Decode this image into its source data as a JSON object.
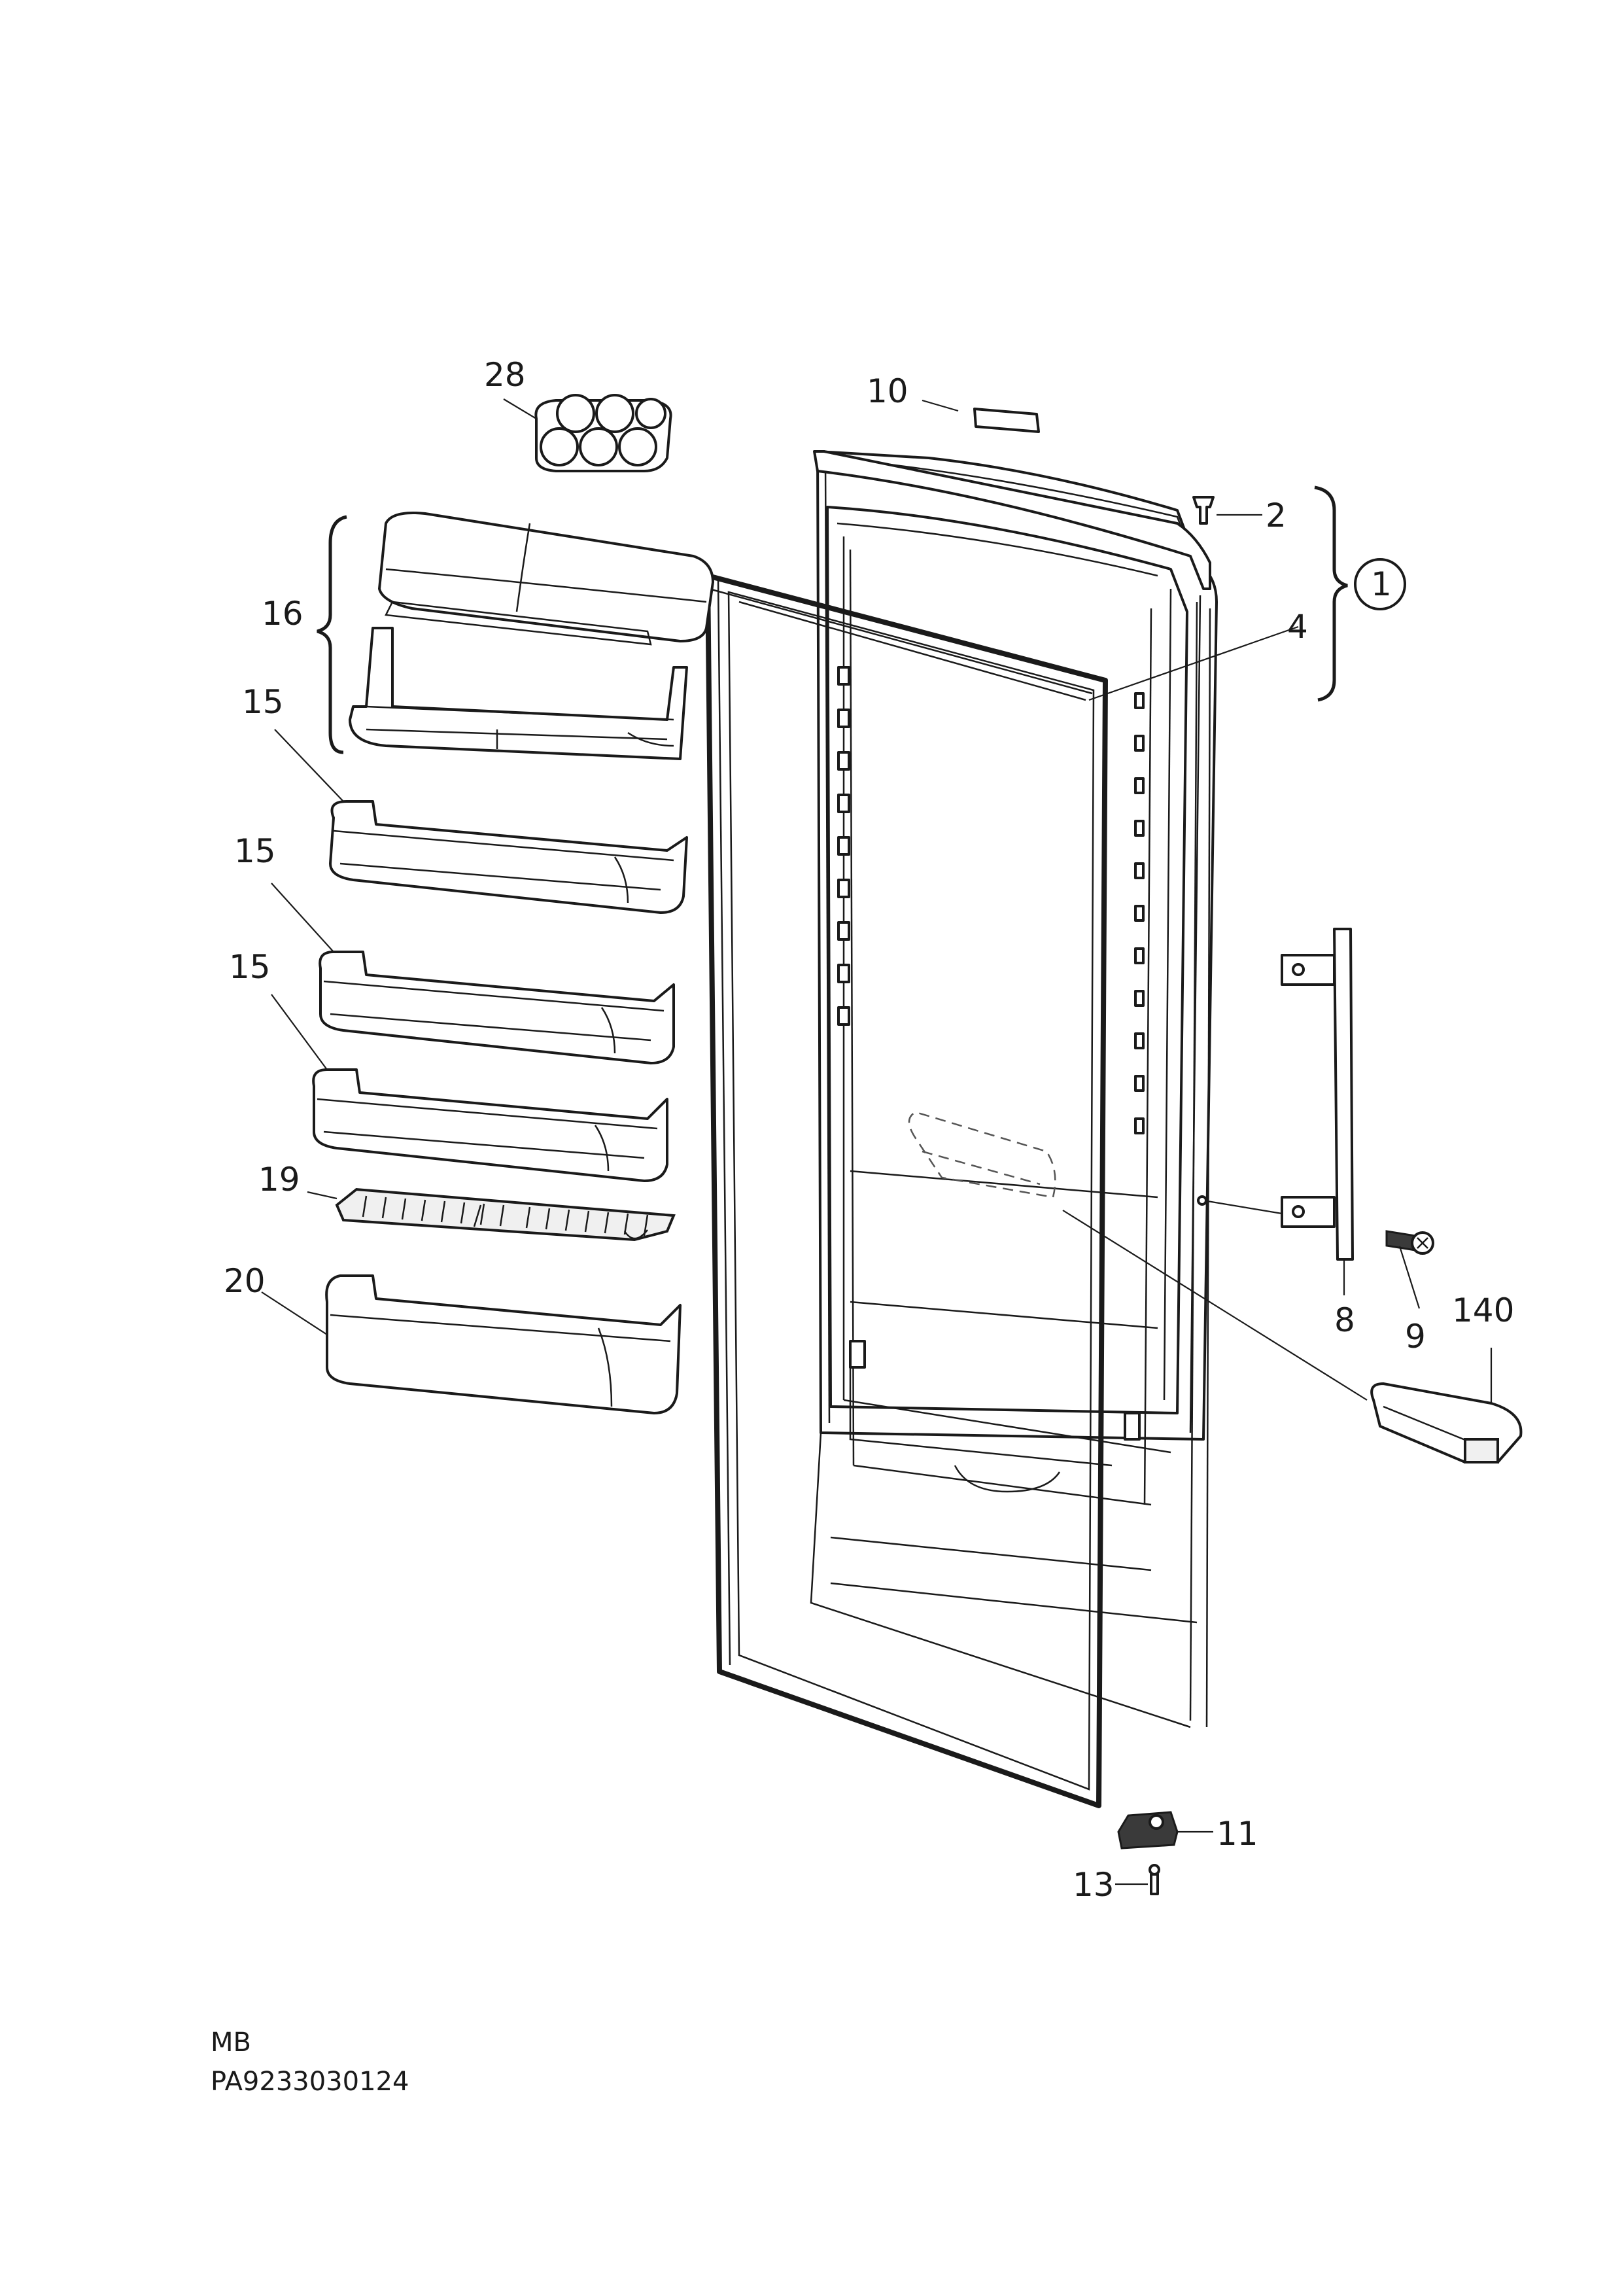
{
  "labels": {
    "l1": "1",
    "l2": "2",
    "l4": "4",
    "l8": "8",
    "l9": "9",
    "l10": "10",
    "l11": "11",
    "l13": "13",
    "l15a": "15",
    "l15b": "15",
    "l15c": "15",
    "l16": "16",
    "l19": "19",
    "l20": "20",
    "l28": "28",
    "l140": "140"
  },
  "footer": {
    "model": "MB",
    "code": "PA9233030124"
  }
}
